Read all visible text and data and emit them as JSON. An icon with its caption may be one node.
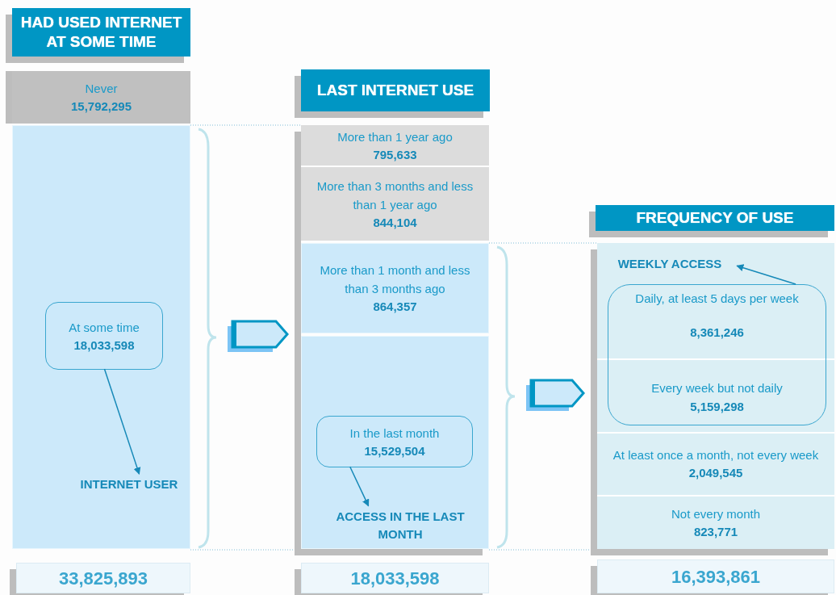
{
  "diagram": {
    "nodes": [
      {
        "text": [
          "HAD USED INTERNET AT SOME TIME"
        ]
      },
      {
        "text": [
          "Never",
          "15,792,295"
        ]
      },
      {
        "text": [],
        "shape": "box"
      },
      {
        "text": [
          "At some time",
          "18,033,598"
        ],
        "in": 2
      },
      {
        "text": [
          "INTERNET USER"
        ],
        "in": 2
      },
      {
        "text": [
          "33,825,893"
        ]
      },
      {
        "text": [
          "LAST INTERNET USE"
        ]
      },
      {
        "text": [],
        "shape": "box"
      },
      {
        "text": [
          "More than 1 year ago",
          "795,633"
        ],
        "in": 7
      },
      {
        "text": [
          "More than 3 months and less than 1 year ago",
          "844,104"
        ],
        "in": 7
      },
      {
        "text": [
          "More than 1 month and less than 3 months ago",
          "864,357"
        ],
        "in": 7
      },
      {
        "text": [],
        "shape": "box",
        "in": 7
      },
      {
        "text": [
          "In the last month",
          "15,529,504"
        ],
        "in": 11
      },
      {
        "text": [
          "ACCESS IN THE LAST MONTH"
        ],
        "in": 11
      },
      {
        "text": [
          "18,033,598"
        ]
      },
      {
        "text": [
          "FREQUENCY OF USE"
        ]
      },
      {
        "text": [],
        "shape": "box"
      },
      {
        "text": [
          "WEEKLY ACCESS"
        ],
        "in": 16
      },
      {
        "text": [
          "Daily, at least 5 days per week",
          "8,361,246",
          "Every week but not daily",
          "5,159,298"
        ],
        "in": 16
      },
      {
        "text": [
          "At least once a month, not every week",
          "2,049,545"
        ],
        "in": 16
      },
      {
        "text": [
          "Not every month",
          "823,771"
        ],
        "in": 16
      },
      {
        "text": [
          "16,393,861"
        ]
      }
    ],
    "edges": [
      {
        "from": 3,
        "to": 4,
        "arrow": "to"
      },
      {
        "from": 12,
        "to": 13,
        "arrow": "to"
      },
      {
        "from": 18,
        "to": 17,
        "arrow": "to"
      },
      {
        "from": 2,
        "to": 7,
        "arrow": "to",
        "style": "thick"
      },
      {
        "from": 11,
        "to": 16,
        "arrow": "to",
        "style": "thick"
      }
    ]
  }
}
